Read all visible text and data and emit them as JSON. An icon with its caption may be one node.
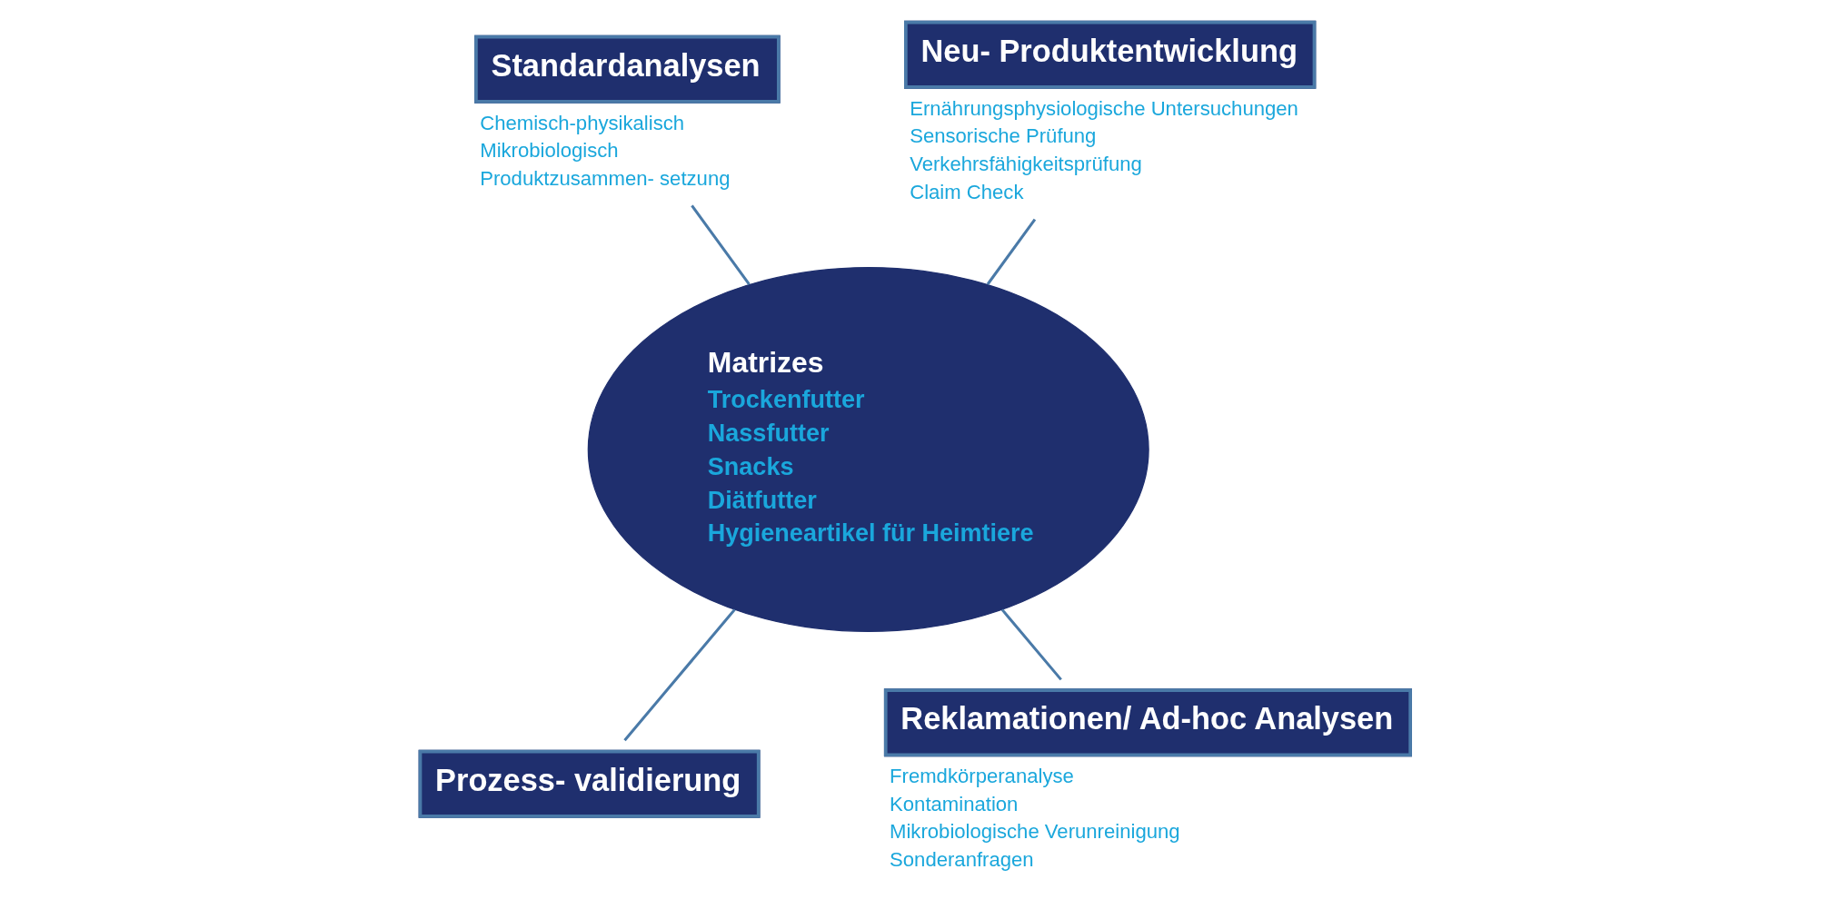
{
  "diagram": {
    "nodes": [
      {
        "text": [
          "Matrizes",
          "Trockenfutter",
          "Nassfutter",
          "Snacks",
          "Diätfutter",
          "Hygieneartikel für Heimtiere"
        ]
      },
      {
        "text": [
          "Standardanalysen"
        ],
        "beside": [
          "Chemisch-physikalisch",
          "Mikrobiologisch",
          "Produktzusammen- setzung"
        ]
      },
      {
        "text": [
          "Neu- Produktentwicklung"
        ],
        "beside": [
          "Ernährungsphysiologische Untersuchungen",
          "Sensorische Prüfung",
          "Verkehrsfähigkeitsprüfung",
          "Claim Check"
        ]
      },
      {
        "text": [
          "Reklamationen/ Ad-hoc Analysen"
        ],
        "beside": [
          "Fremdkörperanalyse",
          "Kontamination",
          "Mikrobiologische Verunreinigung",
          "Sonderanfragen"
        ]
      },
      {
        "text": [
          "Prozess- validierung"
        ]
      }
    ],
    "edges": [
      {
        "from": 1,
        "to": 0,
        "arrow": "none"
      },
      {
        "from": 2,
        "to": 0,
        "arrow": "none"
      },
      {
        "from": 3,
        "to": 0,
        "arrow": "none"
      },
      {
        "from": 4,
        "to": 0,
        "arrow": "none"
      }
    ]
  }
}
